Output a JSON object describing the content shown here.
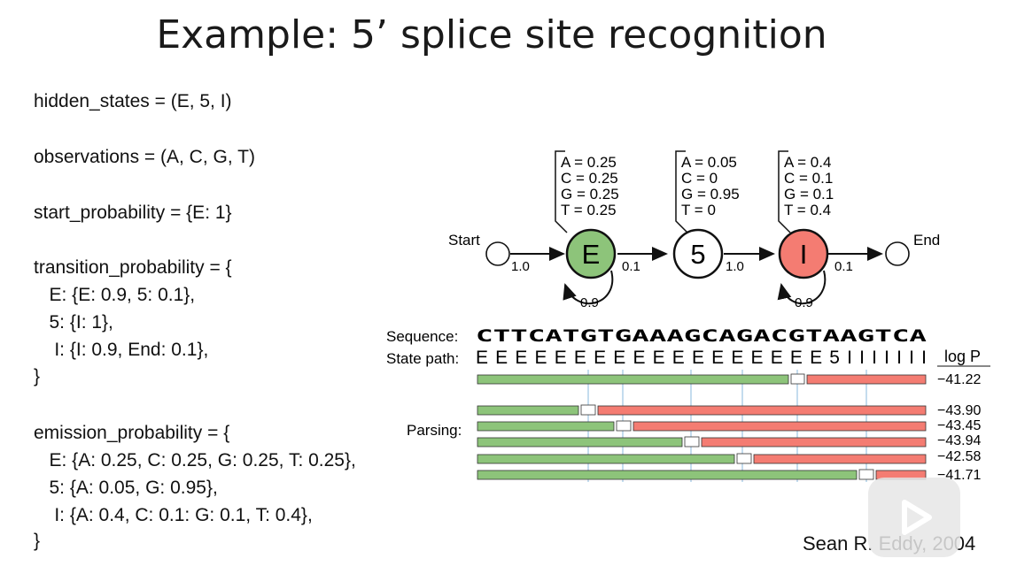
{
  "title": "Example: 5’ splice site recognition",
  "code_lines": [
    "hidden_states = (E, 5, I)",
    "observations = (A, C, G, T)",
    "start_probability = {E: 1}",
    "transition_probability = {",
    "   E: {E: 0.9, 5: 0.1},",
    "   5: {I: 1},",
    "    I: {I: 0.9, End: 0.1},",
    "}",
    "emission_probability = {",
    "   E: {A: 0.25, C: 0.25, G: 0.25, T: 0.25},",
    "   5: {A: 0.05, G: 0.95},",
    "    I: {A: 0.4, C: 0.1: G: 0.1, T: 0.4},",
    "}"
  ],
  "diagram": {
    "start_label": "Start",
    "end_label": "End",
    "states": [
      {
        "label": "E",
        "color": "#8dc47a",
        "emissions": [
          "A = 0.25",
          "C = 0.25",
          "G = 0.25",
          "T = 0.25"
        ]
      },
      {
        "label": "5",
        "color": "#ffffff",
        "emissions": [
          "A = 0.05",
          "C = 0",
          "G = 0.95",
          "T = 0"
        ]
      },
      {
        "label": "I",
        "color": "#f47c72",
        "emissions": [
          "A = 0.4",
          "C = 0.1",
          "G = 0.1",
          "T = 0.4"
        ]
      }
    ],
    "transitions": {
      "start_to_E": "1.0",
      "E_to_5": "0.1",
      "five_to_I": "1.0",
      "I_to_end": "0.1",
      "E_self": "0.9",
      "I_self": "0.9"
    },
    "sequence_label": "Sequence:",
    "sequence": "CTTCATGTGAAAGCAGACGTAAGTCA",
    "state_path_label": "State path:",
    "state_path": "EEEEEEEEEEEEEEEEEE5IIIIIII",
    "log_p_label": "log P",
    "parsing_label": "Parsing:",
    "best_path_score": "−41.22",
    "parse_scores": [
      "−43.90",
      "−43.45",
      "−43.94",
      "−42.58",
      "−41.71"
    ],
    "colors": {
      "exon": "#8dc47a",
      "intron": "#f47c72",
      "guide": "#8ab8dc"
    }
  },
  "credit": "Sean R. Eddy, 2004"
}
